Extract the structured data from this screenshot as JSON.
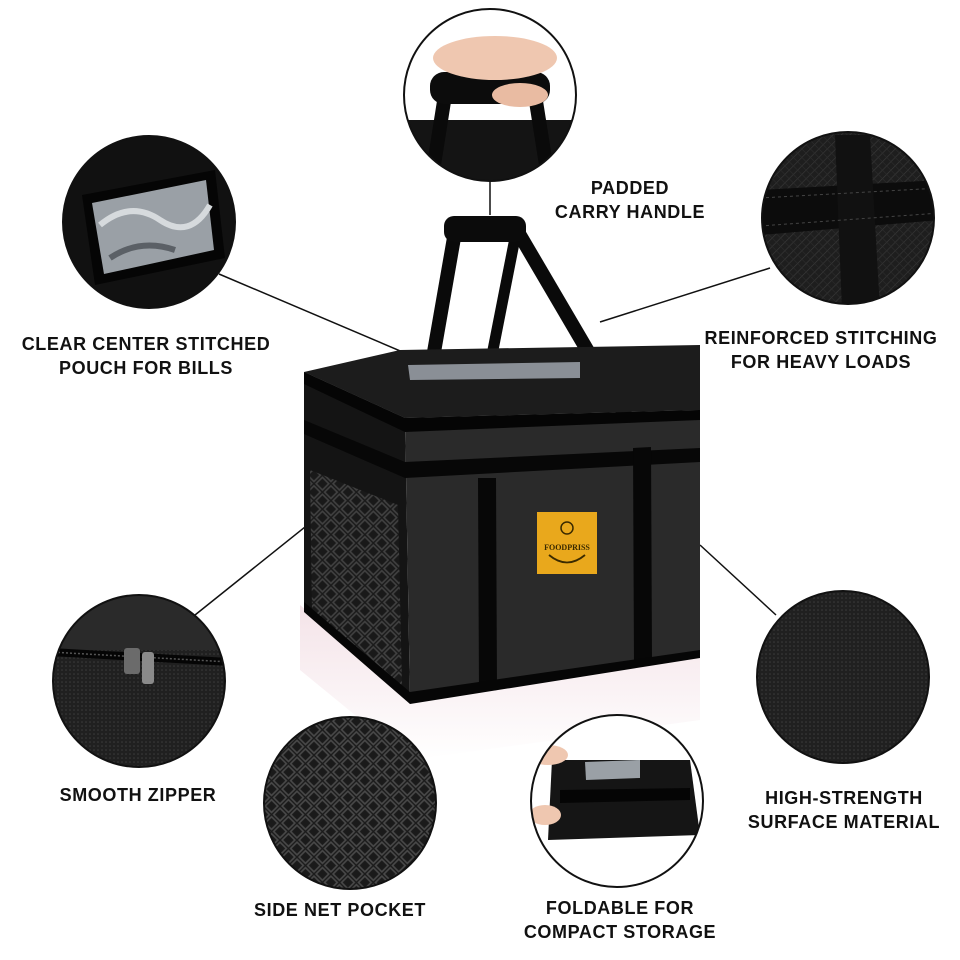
{
  "brand": {
    "logo_text": "FOODPRISS",
    "logo_color": "#e9a81c"
  },
  "colors": {
    "bag": "#1b1b1b",
    "bag_front": "#2a2a2a",
    "strap": "#0a0a0a",
    "leader_line": "#111111"
  },
  "callouts": {
    "handle": {
      "line1": "PADDED",
      "line2": "CARRY HANDLE",
      "icon": "padded-handle-detail"
    },
    "pouch": {
      "line1": "CLEAR CENTER STITCHED",
      "line2": "POUCH FOR BILLS",
      "icon": "clear-pouch-detail"
    },
    "stitch": {
      "line1": "REINFORCED STITCHING",
      "line2": "FOR HEAVY LOADS",
      "icon": "stitching-detail"
    },
    "zipper": {
      "line1": "SMOOTH ZIPPER",
      "icon": "zipper-detail"
    },
    "net": {
      "line1": "SIDE NET POCKET",
      "icon": "net-pocket-detail"
    },
    "fold": {
      "line1": "FOLDABLE FOR",
      "line2": "COMPACT STORAGE",
      "icon": "folded-bag-detail"
    },
    "material": {
      "line1": "HIGH-STRENGTH",
      "line2": "SURFACE MATERIAL",
      "icon": "fabric-detail"
    }
  }
}
